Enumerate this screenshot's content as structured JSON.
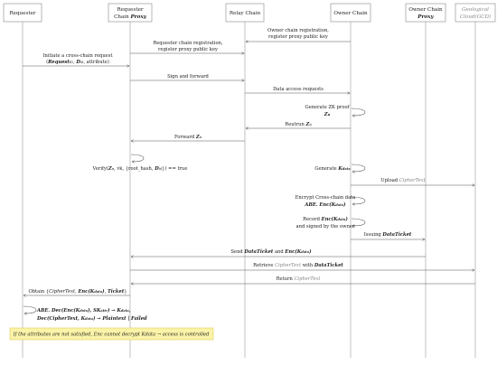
{
  "participants": [
    {
      "id": "requester",
      "lines": [
        "Requester"
      ],
      "italic": false
    },
    {
      "id": "proxy_req",
      "lines": [
        "Requester",
        "Chain Proxy"
      ],
      "italic": false
    },
    {
      "id": "relay",
      "lines": [
        "Relay Chain"
      ],
      "italic": false
    },
    {
      "id": "owner",
      "lines": [
        "Owner Chain"
      ],
      "italic": false
    },
    {
      "id": "proxy_own",
      "lines": [
        "Owner Chain",
        "Proxy"
      ],
      "italic": false
    },
    {
      "id": "geo",
      "lines": [
        "Geological",
        "Cloud(GCD)"
      ],
      "italic": true
    }
  ],
  "messages": [
    {
      "from": "owner",
      "to": "relay",
      "lines": [
        "Owner chain registration,",
        "register proxy public key"
      ]
    },
    {
      "from": "proxy_req",
      "to": "relay",
      "lines": [
        "Requester chain registration,",
        "register proxy public key"
      ]
    },
    {
      "from": "requester",
      "to": "proxy_req",
      "lines": [
        "Initiate a cross-chain request",
        "(Request_ID, D_id, attribute)"
      ]
    },
    {
      "from": "proxy_req",
      "to": "relay",
      "lines": [
        "Sign and forward"
      ]
    },
    {
      "from": "relay",
      "to": "owner",
      "lines": [
        "Data access requests"
      ]
    },
    {
      "self": "owner",
      "lines": [
        "Generate ZK proof",
        "Z_π"
      ]
    },
    {
      "from": "owner",
      "to": "relay",
      "lines": [
        "Reutrun Z_π"
      ]
    },
    {
      "from": "relay",
      "to": "proxy_req",
      "lines": [
        "Forward Z_π"
      ]
    },
    {
      "self": "proxy_req",
      "lines": [
        "Verify(Z_π, vk, {root_hash, D_id}) == true"
      ]
    },
    {
      "self": "owner",
      "lines": [
        "Generate K_data"
      ]
    },
    {
      "from": "owner",
      "to": "geo",
      "lines": [
        "Upload CipherText"
      ]
    },
    {
      "self": "owner",
      "lines": [
        "Encrypt Cross-chain data",
        "ABE. Enc(K_data)"
      ]
    },
    {
      "self": "owner",
      "lines": [
        "Record Enc(K_data)",
        "and signed by the owner"
      ]
    },
    {
      "from": "owner",
      "to": "proxy_own",
      "lines": [
        "Issuing DataTicket"
      ]
    },
    {
      "from": "proxy_own",
      "to": "proxy_req",
      "lines": [
        "Send DataTicket and Enc(K_data)"
      ]
    },
    {
      "from": "proxy_req",
      "to": "geo",
      "lines": [
        "Retrieve CipherText with DataTicket"
      ]
    },
    {
      "from": "geo",
      "to": "proxy_req",
      "lines": [
        "Return CipherText"
      ]
    },
    {
      "from": "proxy_req",
      "to": "requester",
      "lines": [
        "Obtain {CipherText, Enc(K_data), Ticket}"
      ]
    },
    {
      "self": "requester",
      "lines": [
        "ABE. Dec(Enc(K_data), SK_attr) → K_data,",
        "Dec(CipherText, K_data) → Plaintext | Failed"
      ]
    }
  ],
  "note": {
    "text": "If the attributes are not satisfied, Enc cannot decrypt Kdata → access is controlled",
    "color": "#fbf3a8",
    "border": "#e0cf5a"
  },
  "colors": {
    "line": "#555555",
    "lifeline": "#9a9a9a",
    "box_border": "#888888"
  }
}
